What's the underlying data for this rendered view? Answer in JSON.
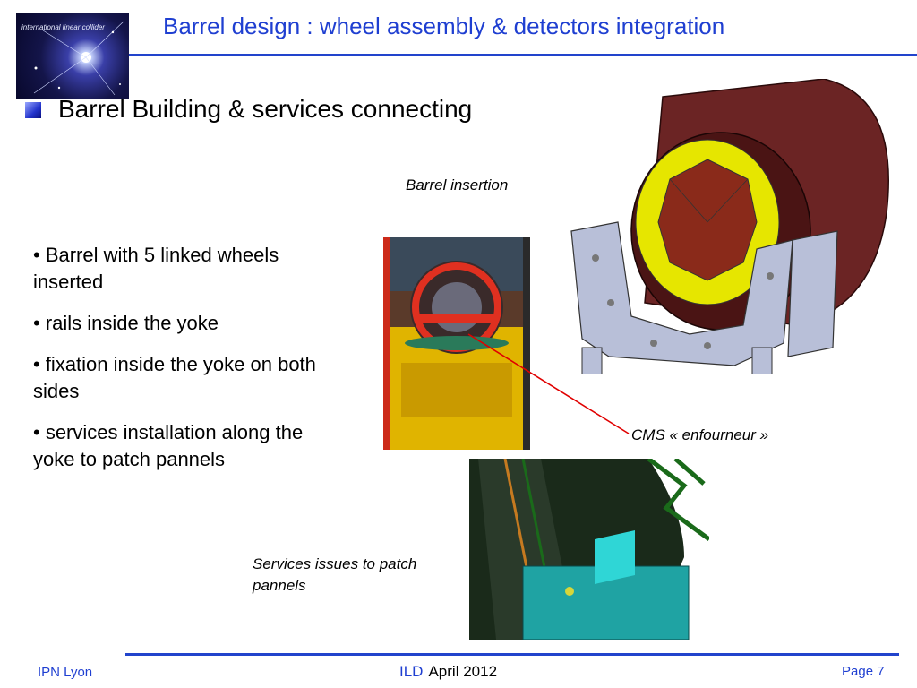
{
  "header": {
    "title": "Barrel design  : wheel assembly & detectors integration",
    "logo_text": "international linear collider"
  },
  "subhead": "Barrel Building & services connecting",
  "bullets": [
    "• Barrel with 5 linked wheels inserted",
    "• rails inside the yoke",
    "• fixation inside the yoke on both sides",
    "• services installation along the yoke to patch pannels"
  ],
  "captions": {
    "barrel_insertion": "Barrel insertion",
    "cms": "CMS « enfourneur »",
    "services": "Services issues to patch pannels"
  },
  "footer": {
    "left": "IPN Lyon",
    "center_brand": "ILD",
    "center_date": "April 2012",
    "page": "Page 7"
  },
  "colors": {
    "title_blue": "#1f3fd1",
    "yoke_brown": "#6b2424",
    "detector_yellow": "#e6e600",
    "support_grey": "#b8bfd8",
    "pointer_red": "#e00000",
    "service_teal": "#1fa3a3"
  }
}
